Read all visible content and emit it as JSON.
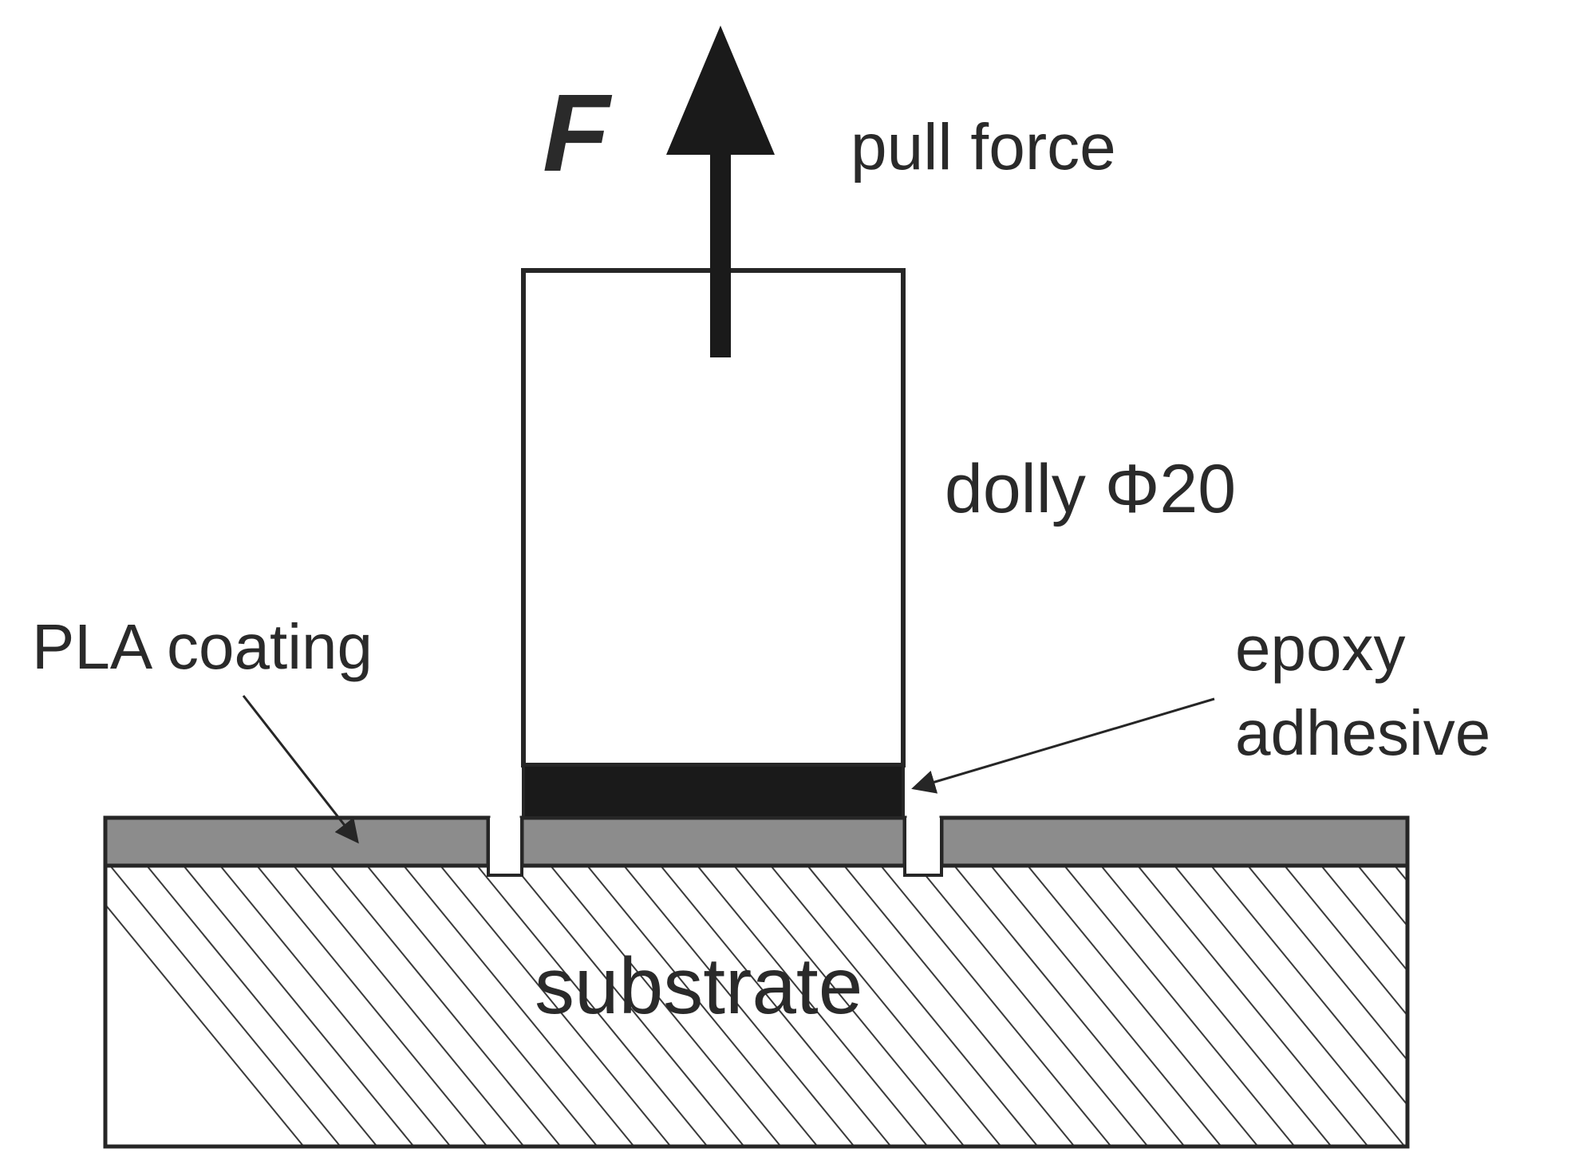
{
  "labels": {
    "force_symbol": "F",
    "pull_force": "pull force",
    "dolly": "dolly Φ20",
    "pla_coating": "PLA coating",
    "epoxy_line1": "epoxy",
    "epoxy_line2": "adhesive",
    "substrate": "substrate"
  },
  "colors": {
    "outline": "#262626",
    "coating": "#8c8c8c",
    "adhesive": "#1a1a1a",
    "background": "#ffffff",
    "hatch": "#3a3a3a"
  }
}
